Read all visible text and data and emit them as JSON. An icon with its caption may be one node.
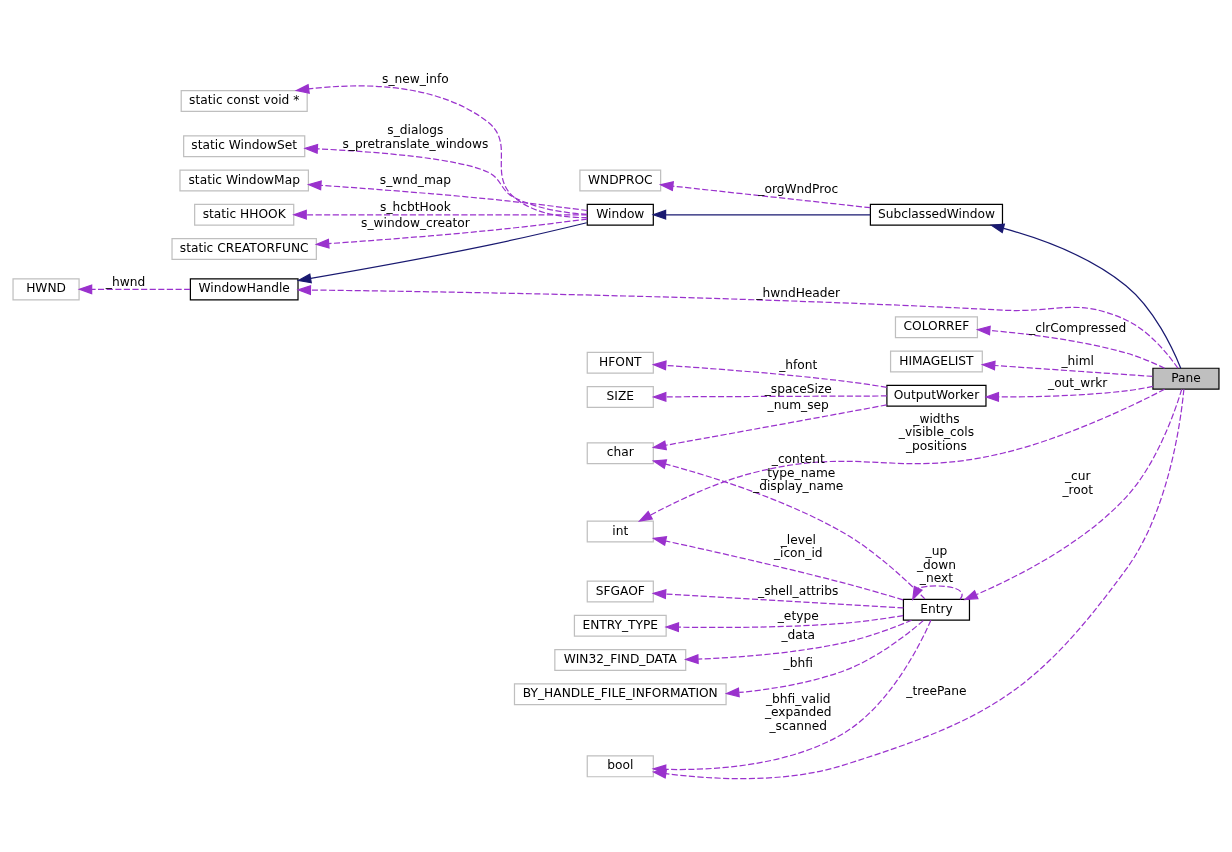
{
  "diagram": {
    "nodes": [
      {
        "text": [
          "HWND"
        ]
      },
      {
        "text": [
          "WindowHandle"
        ]
      },
      {
        "text": [
          "static WindowSet"
        ]
      },
      {
        "text": [
          "static WindowMap"
        ]
      },
      {
        "text": [
          "Window"
        ]
      },
      {
        "text": [
          "SubclassedWindow"
        ]
      },
      {
        "text": [
          "static HHOOK"
        ]
      },
      {
        "text": [
          "WNDPROC"
        ]
      },
      {
        "text": [
          "COLORREF"
        ]
      },
      {
        "text": [
          "static CREATORFUNC"
        ]
      },
      {
        "text": [
          "HFONT"
        ]
      },
      {
        "text": [
          "HIMAGELIST"
        ]
      },
      {
        "text": [
          "Pane"
        ]
      },
      {
        "text": [
          "SIZE"
        ]
      },
      {
        "text": [
          "OutputWorker"
        ]
      },
      {
        "text": [
          "static const void *"
        ]
      },
      {
        "text": [
          "char"
        ]
      },
      {
        "text": [
          "int"
        ]
      },
      {
        "text": [
          "bool"
        ]
      },
      {
        "text": [
          "Entry"
        ]
      },
      {
        "text": [
          "ENTRY_TYPE"
        ]
      },
      {
        "text": [
          "WIN32_FIND_DATA"
        ]
      },
      {
        "text": [
          "BY_HANDLE_FILE_INFORMATION"
        ]
      },
      {
        "text": [
          "SFGAOF"
        ]
      }
    ],
    "edges": [
      {
        "from": 4,
        "to": 1,
        "arrow": "to",
        "color": "#191970"
      },
      {
        "from": 5,
        "to": 4,
        "arrow": "to",
        "color": "#191970"
      },
      {
        "from": 12,
        "to": 5,
        "arrow": "to",
        "color": "#191970"
      },
      {
        "from": 1,
        "to": 0,
        "arrow": "to",
        "style": "dashed",
        "label": "_hwnd"
      },
      {
        "from": 12,
        "to": 1,
        "arrow": "to",
        "style": "dashed",
        "label": "_hwndHeader"
      },
      {
        "from": 4,
        "to": 2,
        "arrow": "to",
        "style": "dashed",
        "label": "s_dialogs s_pretranslate_windows"
      },
      {
        "from": 4,
        "to": 3,
        "arrow": "to",
        "style": "dashed",
        "label": "s_wnd_map"
      },
      {
        "from": 4,
        "to": 6,
        "arrow": "to",
        "style": "dashed",
        "label": "s_hcbtHook"
      },
      {
        "from": 4,
        "to": 9,
        "arrow": "to",
        "style": "dashed",
        "label": "s_window_creator"
      },
      {
        "from": 4,
        "to": 15,
        "arrow": "to",
        "style": "dashed",
        "label": "s_new_info"
      },
      {
        "from": 5,
        "to": 7,
        "arrow": "to",
        "style": "dashed",
        "label": "_orgWndProc"
      },
      {
        "from": 12,
        "to": 8,
        "arrow": "to",
        "style": "dashed",
        "label": "_clrCompressed"
      },
      {
        "from": 12,
        "to": 11,
        "arrow": "to",
        "style": "dashed",
        "label": "_himl"
      },
      {
        "from": 12,
        "to": 14,
        "arrow": "to",
        "style": "dashed",
        "label": "_out_wrkr"
      },
      {
        "from": 14,
        "to": 10,
        "arrow": "to",
        "style": "dashed",
        "label": "_hfont"
      },
      {
        "from": 14,
        "to": 13,
        "arrow": "to",
        "style": "dashed",
        "label": "_spaceSize"
      },
      {
        "from": 14,
        "to": 16,
        "arrow": "to",
        "style": "dashed",
        "label": "_num_sep"
      },
      {
        "from": 12,
        "to": 17,
        "arrow": "to",
        "style": "dashed",
        "label": "_widths _visible_cols _positions"
      },
      {
        "from": 12,
        "to": 18,
        "arrow": "to",
        "style": "dashed",
        "label": "_treePane"
      },
      {
        "from": 12,
        "to": 19,
        "arrow": "to",
        "style": "dashed",
        "label": "_cur _root"
      },
      {
        "from": 19,
        "to": 16,
        "arrow": "to",
        "style": "dashed",
        "label": "_content _type_name _display_name"
      },
      {
        "from": 19,
        "to": 17,
        "arrow": "to",
        "style": "dashed",
        "label": "_level _icon_id"
      },
      {
        "from": 19,
        "to": 18,
        "arrow": "to",
        "style": "dashed",
        "label": "_bhfi_valid _expanded _scanned"
      },
      {
        "from": 19,
        "to": 19,
        "arrow": "to",
        "style": "dashed",
        "label": "_up _down _next"
      },
      {
        "from": 19,
        "to": 20,
        "arrow": "to",
        "style": "dashed",
        "label": "_etype"
      },
      {
        "from": 19,
        "to": 21,
        "arrow": "to",
        "style": "dashed",
        "label": "_data"
      },
      {
        "from": 19,
        "to": 22,
        "arrow": "to",
        "style": "dashed",
        "label": "_bhfi"
      },
      {
        "from": 19,
        "to": 23,
        "arrow": "to",
        "style": "dashed",
        "label": "_shell_attribs"
      }
    ]
  }
}
